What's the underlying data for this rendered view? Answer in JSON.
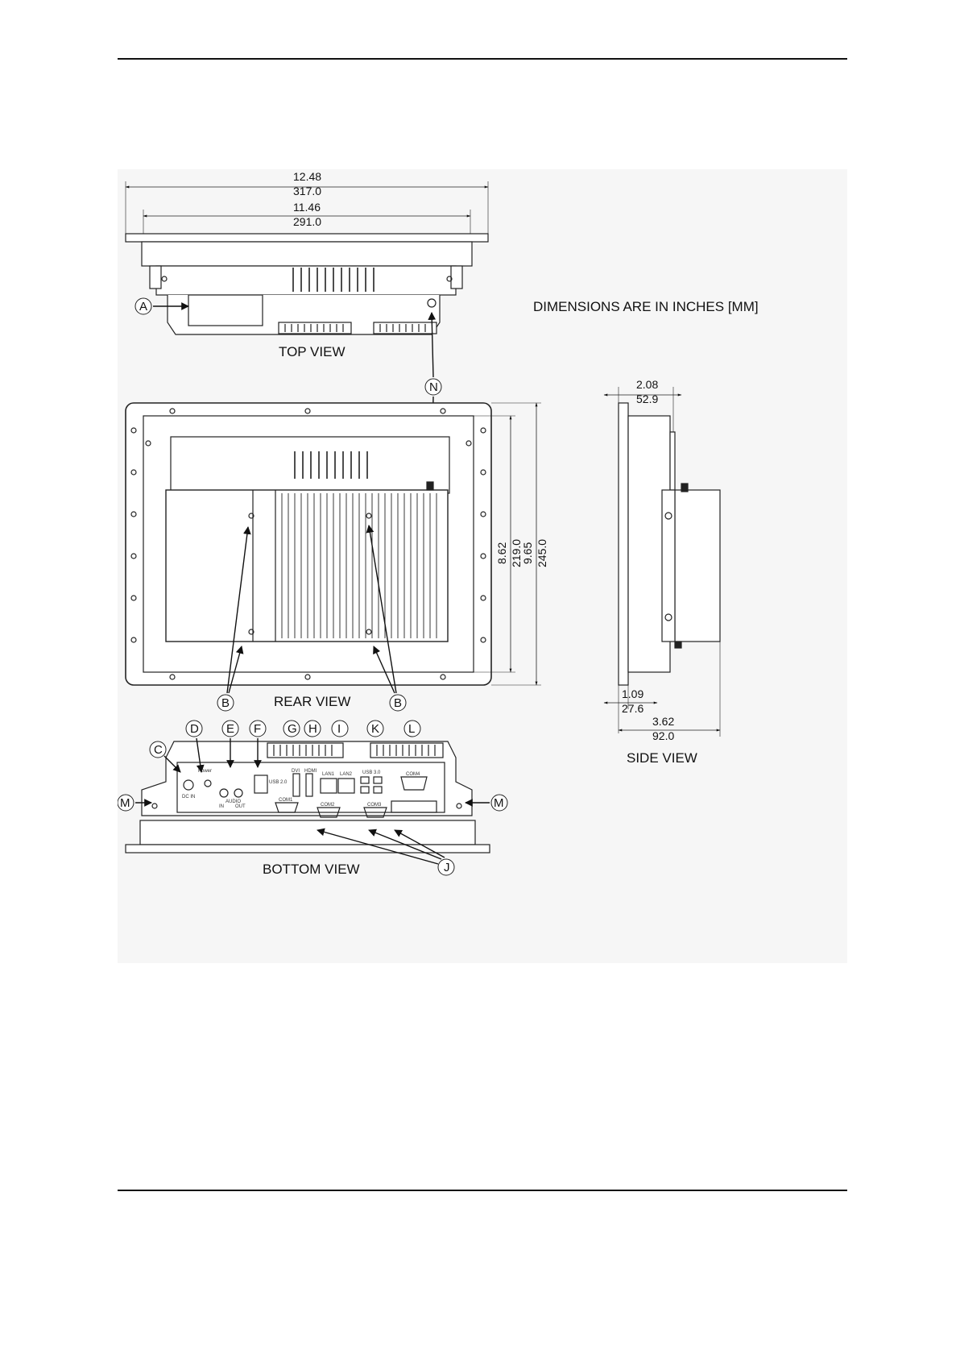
{
  "note": "DIMENSIONS ARE IN INCHES [MM]",
  "views": {
    "top": "TOP VIEW",
    "rear": "REAR VIEW",
    "side": "SIDE VIEW",
    "bottom": "BOTTOM VIEW"
  },
  "dimensions": {
    "width_outer": {
      "in": "12.48",
      "mm": "317.0"
    },
    "width_inner": {
      "in": "11.46",
      "mm": "291.0"
    },
    "height_inner": {
      "in": "8.62",
      "mm": "219.0"
    },
    "height_outer": {
      "in": "9.65",
      "mm": "245.0"
    },
    "depth_total": {
      "in": "2.08",
      "mm": "52.9"
    },
    "bezel_depth": {
      "in": "1.09",
      "mm": "27.6"
    },
    "depth_overall": {
      "in": "3.62",
      "mm": "92.0"
    }
  },
  "callouts": {
    "a": "A",
    "b": "B",
    "c": "C",
    "d": "D",
    "e": "E",
    "f": "F",
    "g": "G",
    "h": "H",
    "i": "I",
    "j": "J",
    "k": "K",
    "l": "L",
    "m": "M",
    "n": "N"
  },
  "port_labels": {
    "power": "Power",
    "dc_in": "DC IN",
    "audio": "AUDIO",
    "audio_in": "IN",
    "audio_out": "OUT",
    "usb2": "USB 2.0",
    "dvi": "DVI",
    "hdmi": "HDMI",
    "lan1": "LAN1",
    "lan2": "LAN2",
    "usb3": "USB 3.0",
    "com1": "COM1",
    "com2": "COM2",
    "com3": "COM3",
    "com4": "COM4"
  }
}
